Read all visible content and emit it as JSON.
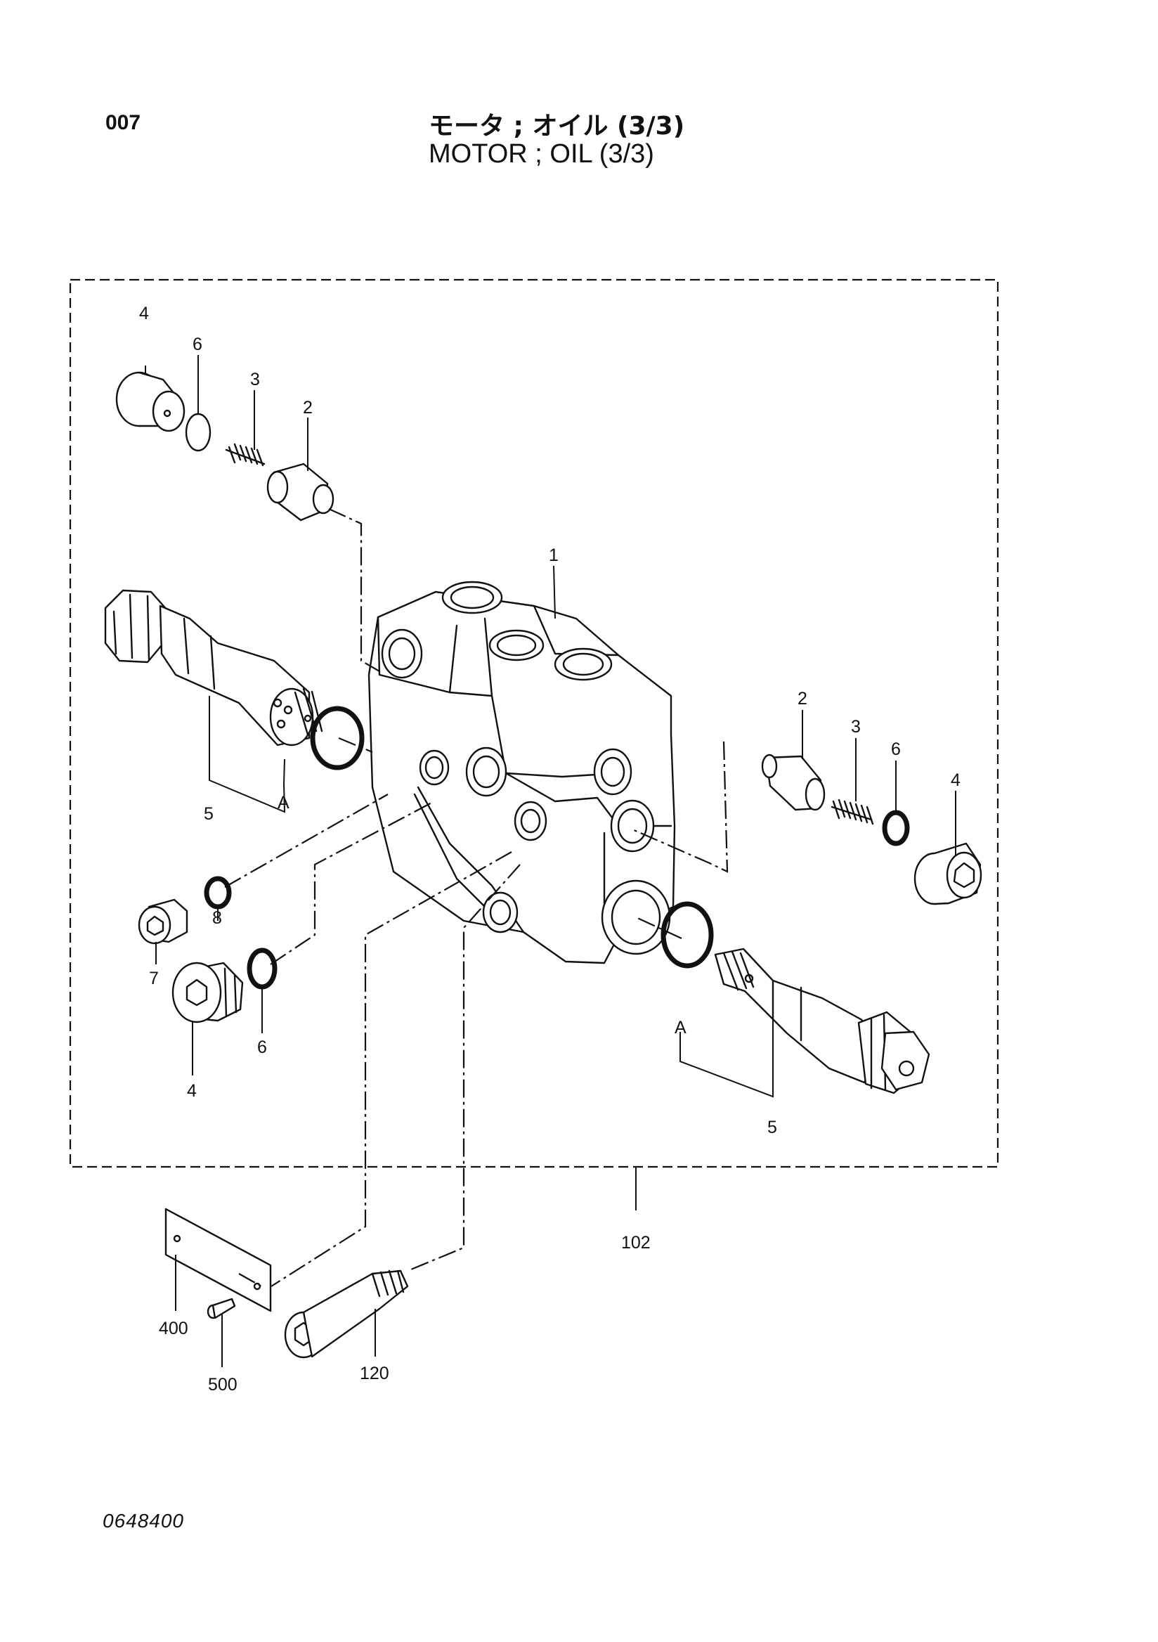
{
  "header": {
    "page_number": "007",
    "title_jp": "モータ ; オイル (3/3)",
    "title_en": "MOTOR ; OIL (3/3)"
  },
  "footer": {
    "drawing_code": "0648400"
  },
  "callouts": {
    "c4_top": "4",
    "c6_top": "6",
    "c3_top": "3",
    "c2_top": "2",
    "c1": "1",
    "cA_left": "A",
    "c5_left": "5",
    "c2_right": "2",
    "c3_right": "3",
    "c6_right": "6",
    "c4_right": "4",
    "c8": "8",
    "c7": "7",
    "c6_low": "6",
    "c4_low": "4",
    "cA_right": "A",
    "c5_right": "5",
    "c102": "102",
    "c400": "400",
    "c500": "500",
    "c120": "120"
  }
}
